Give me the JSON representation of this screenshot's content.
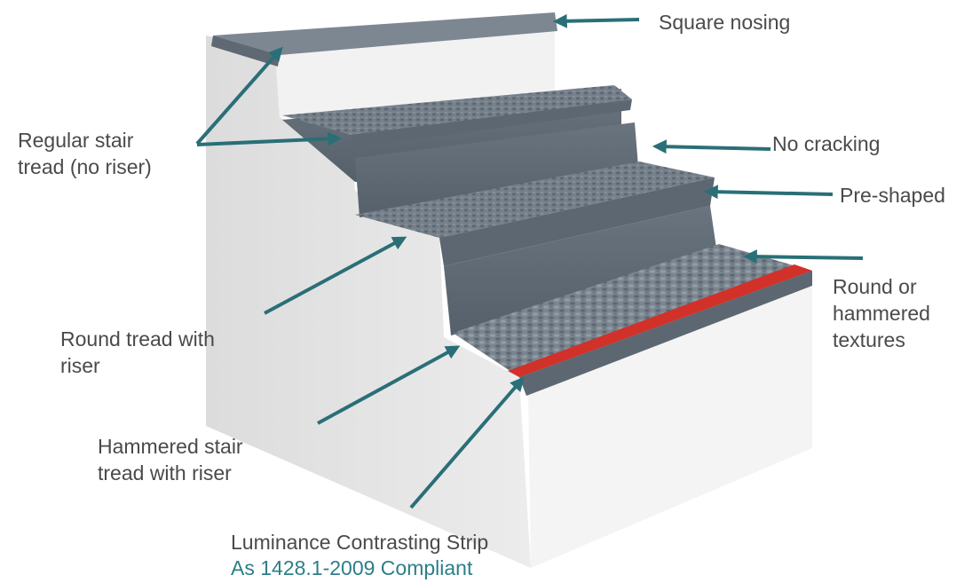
{
  "colors": {
    "arrow": "#2a6f77",
    "label_text": "#4a4a4a",
    "compliance_text": "#2c7f87",
    "tread_grey": "#6c7781",
    "contrast_strip": "#d2312a",
    "substrate": "#eeeeee"
  },
  "labels": {
    "square_nosing": "Square nosing",
    "regular_tread_line1": "Regular stair",
    "regular_tread_line2": "tread (no riser)",
    "no_cracking": "No cracking",
    "pre_shaped": "Pre-shaped",
    "textures_line1": "Round or",
    "textures_line2": "hammered",
    "textures_line3": "textures",
    "round_tread_line1": "Round tread with",
    "round_tread_line2": "riser",
    "hammered_tread_line1": "Hammered stair",
    "hammered_tread_line2": "tread with riser",
    "strip_title": "Luminance Contrasting Strip",
    "strip_compliance": "As 1428.1-2009 Compliant"
  }
}
